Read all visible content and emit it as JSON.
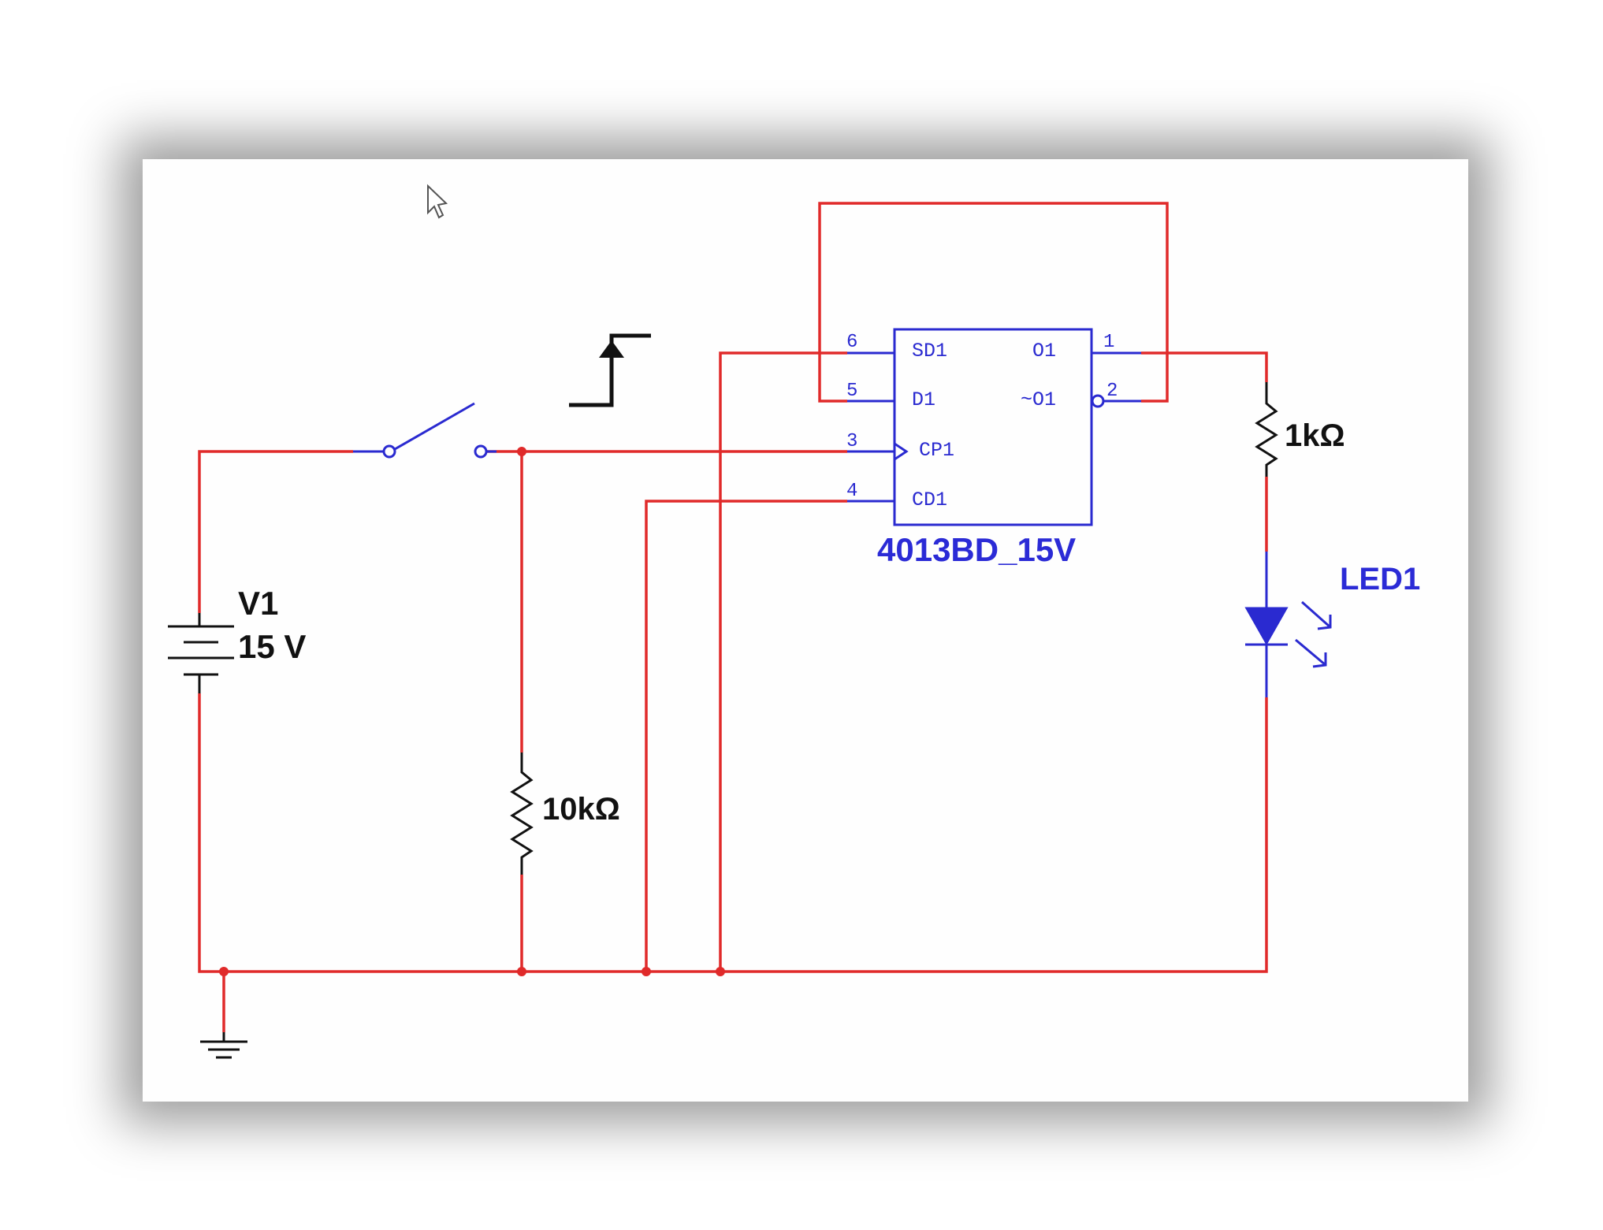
{
  "colors": {
    "wire": "#e02a2a",
    "component": "#2a2ad0",
    "label": "#111111",
    "chip_label": "#2b2bd6",
    "background": "#fefefe"
  },
  "components": {
    "battery": {
      "name": "V1",
      "value": "15 V"
    },
    "resistor_pulldown": {
      "value": "10kΩ"
    },
    "resistor_led": {
      "value": "1kΩ"
    },
    "led": {
      "name": "LED1"
    },
    "chip": {
      "name": "4013BD_15V",
      "pins": [
        {
          "number": "6",
          "label": "SD1"
        },
        {
          "number": "5",
          "label": "D1"
        },
        {
          "number": "3",
          "label": "CP1"
        },
        {
          "number": "4",
          "label": "CD1"
        },
        {
          "number": "1",
          "label": "O1"
        },
        {
          "number": "2",
          "label": "~O1"
        }
      ]
    }
  },
  "icons": {
    "cursor": "mouse-pointer-icon",
    "edge": "rising-edge-icon",
    "ground": "ground-icon"
  }
}
